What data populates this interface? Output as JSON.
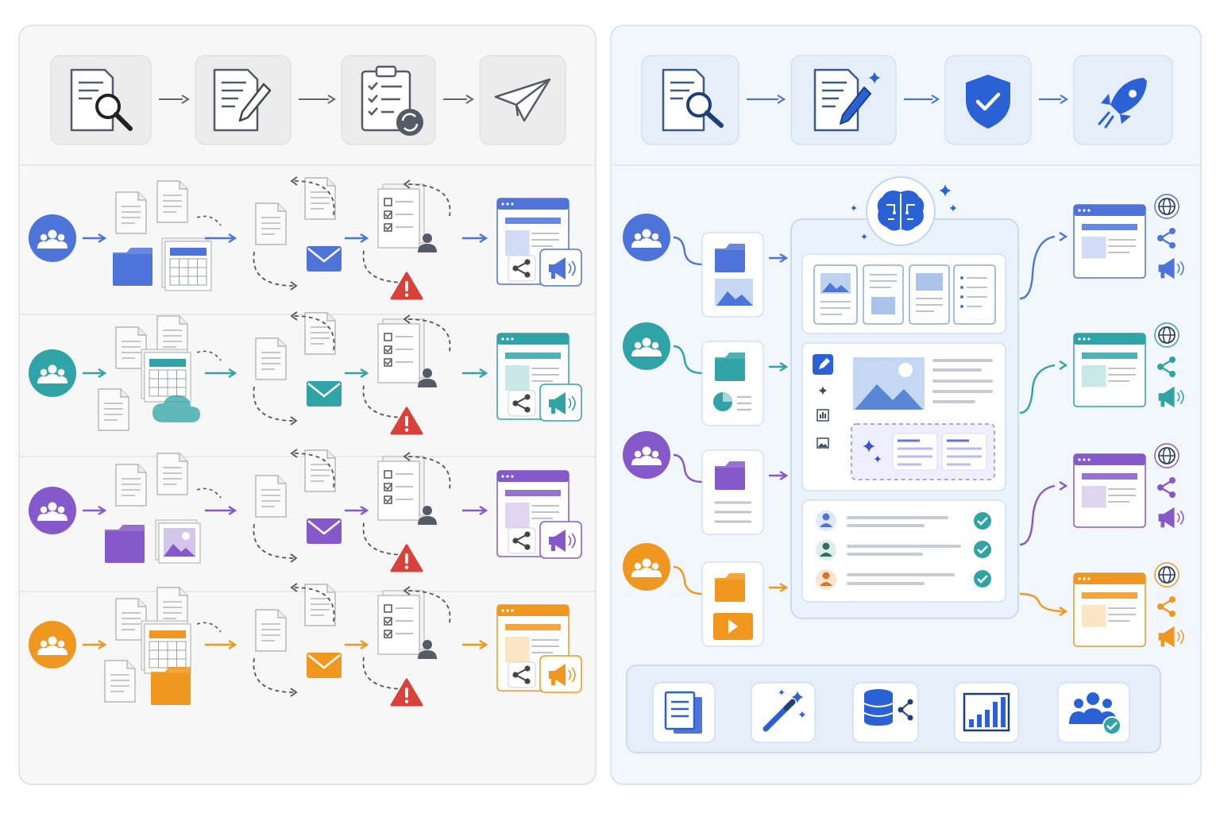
{
  "palette": {
    "blue": "#4f74d9",
    "teal": "#2fa3a6",
    "purple": "#8559c9",
    "orange": "#f0971f",
    "accent_blue": "#2a62d6",
    "red": "#d8423a",
    "gray_icon": "#555b66",
    "left_bg": "#f7f7f7",
    "right_bg": "#f2f7fd"
  },
  "left_panel": {
    "stages": [
      {
        "icon": "document-search-icon"
      },
      {
        "icon": "document-edit-icon"
      },
      {
        "icon": "clipboard-checklist-sync-icon"
      },
      {
        "icon": "paper-plane-icon"
      }
    ],
    "lanes": [
      {
        "color": "blue",
        "asset_icons": [
          "documents-icon",
          "folder-icon",
          "spreadsheet-icon"
        ]
      },
      {
        "color": "teal",
        "asset_icons": [
          "documents-icon",
          "spreadsheet-icon",
          "cloud-icon"
        ]
      },
      {
        "color": "purple",
        "asset_icons": [
          "documents-icon",
          "folder-icon",
          "image-icon"
        ]
      },
      {
        "color": "orange",
        "asset_icons": [
          "documents-icon",
          "spreadsheet-icon",
          "folder-icon"
        ]
      }
    ]
  },
  "right_panel": {
    "stages": [
      {
        "icon": "document-search-icon"
      },
      {
        "icon": "document-edit-sparkle-icon"
      },
      {
        "icon": "shield-check-icon"
      },
      {
        "icon": "rocket-icon"
      }
    ],
    "lanes": [
      {
        "color": "blue",
        "asset_icons": [
          "folder-icon",
          "image-icon"
        ]
      },
      {
        "color": "teal",
        "asset_icons": [
          "folder-icon",
          "pie-chart-icon"
        ]
      },
      {
        "color": "purple",
        "asset_icons": [
          "folder-icon",
          "text-lines-icon"
        ]
      },
      {
        "color": "orange",
        "asset_icons": [
          "folder-icon",
          "video-play-icon"
        ]
      }
    ],
    "hub_icon": "ai-brain-icon",
    "channel_icons": [
      "globe-icon",
      "share-icon",
      "megaphone-icon"
    ],
    "tools": [
      {
        "icon": "documents-stack-icon"
      },
      {
        "icon": "magic-wand-icon"
      },
      {
        "icon": "database-share-icon"
      },
      {
        "icon": "bar-chart-icon"
      },
      {
        "icon": "team-approve-icon"
      }
    ]
  }
}
